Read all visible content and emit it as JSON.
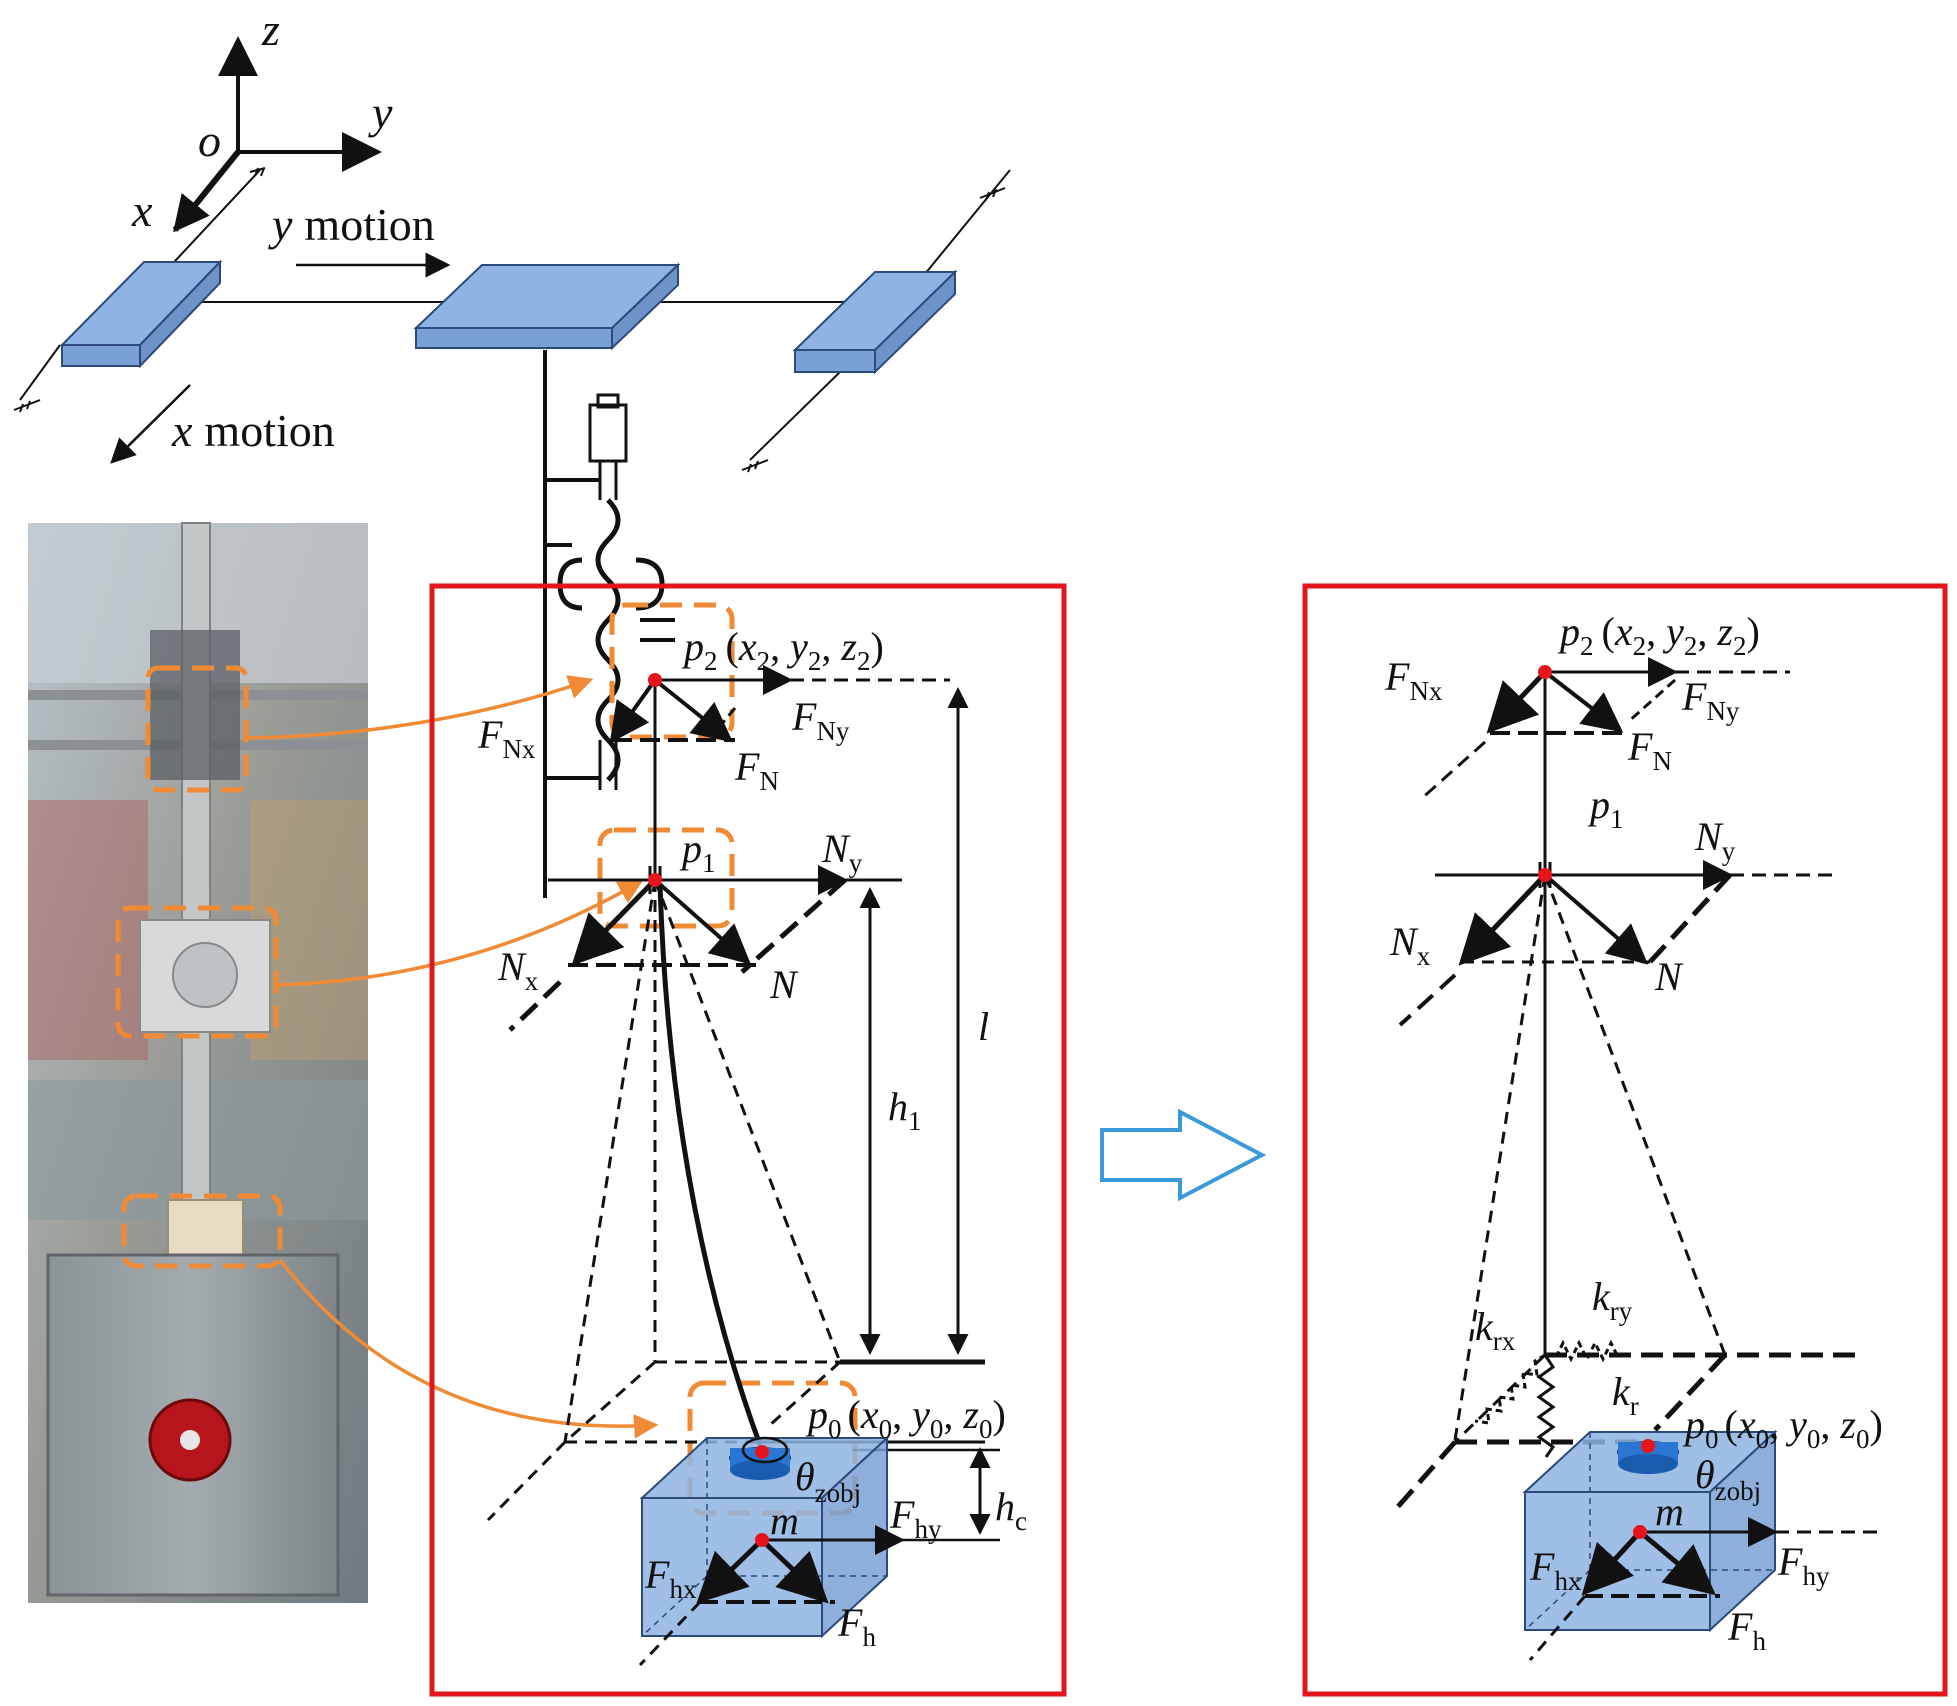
{
  "axes": {
    "z": "z",
    "y": "y",
    "x": "x",
    "o": "o"
  },
  "motion": {
    "y": "y motion",
    "x": "x motion"
  },
  "left_panel": {
    "p2": {
      "sym": "p",
      "sub": "2",
      "coords": "(x",
      "c1": "2",
      "c2": "y",
      "c2s": "2",
      "c3": "z",
      "c3s": "2"
    },
    "p1": {
      "sym": "p",
      "sub": "1"
    },
    "p0": {
      "sym": "p",
      "sub": "0"
    },
    "FNx": {
      "sym": "F",
      "sub": "Nx"
    },
    "FNy": {
      "sym": "F",
      "sub": "Ny"
    },
    "FN": {
      "sym": "F",
      "sub": "N"
    },
    "Ny": {
      "sym": "N",
      "sub": "y"
    },
    "Nx": {
      "sym": "N",
      "sub": "x"
    },
    "N": "N",
    "l": "l",
    "h1": {
      "sym": "h",
      "sub": "1"
    },
    "hc": {
      "sym": "h",
      "sub": "c"
    },
    "theta": {
      "sym": "θ",
      "sub": "zobj"
    },
    "Fhy": {
      "sym": "F",
      "sub": "hy"
    },
    "Fhx": {
      "sym": "F",
      "sub": "hx"
    },
    "Fh": {
      "sym": "F",
      "sub": "h"
    },
    "m": "m"
  },
  "right_panel": {
    "krx": {
      "sym": "k",
      "sub": "rx"
    },
    "kry": {
      "sym": "k",
      "sub": "ry"
    },
    "kr": {
      "sym": "k",
      "sub": "r"
    }
  },
  "colors": {
    "frame": "#e3161b",
    "highlight": "#f08a34",
    "block": "#8fb4e3",
    "arrow_big": "#3a9ad9",
    "point": "#e8141b"
  }
}
